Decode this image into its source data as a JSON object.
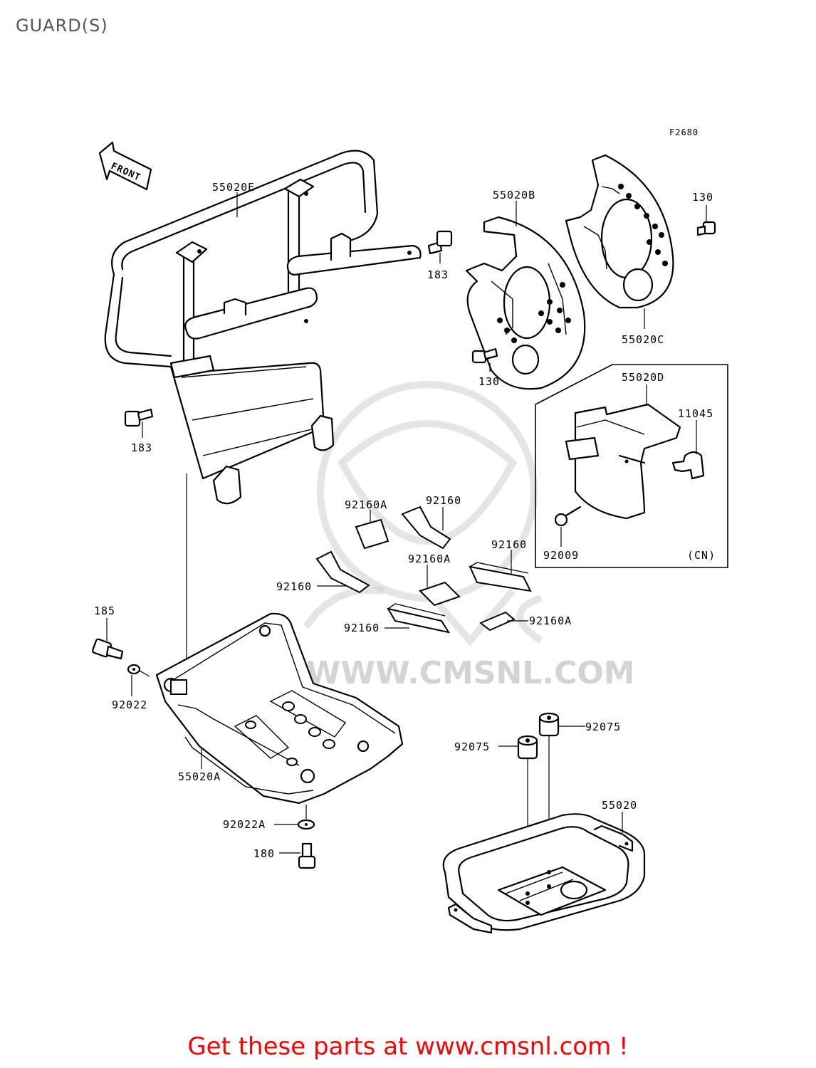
{
  "page": {
    "title": "GUARD(S)",
    "figure_code": "F2680",
    "front_label": "FRONT"
  },
  "watermark": {
    "text": "WWW.CMSNL.COM"
  },
  "callouts": {
    "c55020E": "55020E",
    "c183a": "183",
    "c183b": "183",
    "c55020B": "55020B",
    "c130a": "130",
    "c130b": "130",
    "c55020C": "55020C",
    "c55020D": "55020D",
    "c11045": "11045",
    "c92009": "92009",
    "cCN": "(CN)",
    "c92160A_1": "92160A",
    "c92160_1": "92160",
    "c92160_2": "92160",
    "c92160A_2": "92160A",
    "c92160_3": "92160",
    "c92160_4": "92160",
    "c92160A_3": "92160A",
    "c185": "185",
    "c92022": "92022",
    "c55020A": "55020A",
    "c92022A": "92022A",
    "c180": "180",
    "c92075a": "92075",
    "c92075b": "92075",
    "c55020": "55020"
  },
  "footer": {
    "cta_text": "Get these parts at www.cmsnl.com !"
  }
}
